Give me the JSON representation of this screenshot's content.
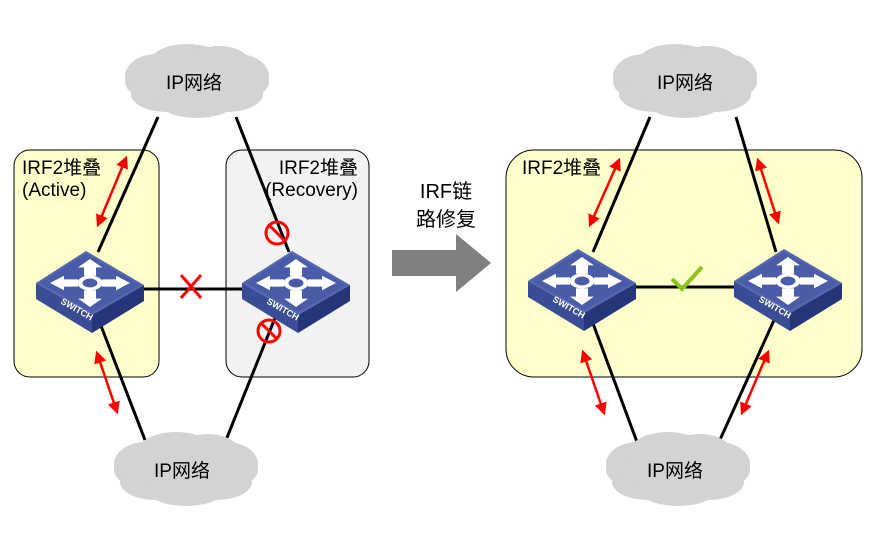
{
  "title": "IRF link recovery diagram",
  "left": {
    "stack_active": {
      "title": "IRF2堆叠",
      "subtitle": "(Active)",
      "fill": "#FFFFCC"
    },
    "stack_recovery": {
      "title": "IRF2堆叠",
      "subtitle": "(Recovery)",
      "fill": "#F2F2F2"
    },
    "cloud_top": {
      "label": "IP网络"
    },
    "cloud_bottom": {
      "label": "IP网络"
    },
    "switch_active": {
      "label": "SWITCH"
    },
    "switch_recovery": {
      "label": "SWITCH"
    },
    "irf_link_status": "broken",
    "recovery_ports_status": "blocked"
  },
  "transition": {
    "line1": "IRF链",
    "line2": "路修复"
  },
  "right": {
    "stack": {
      "title": "IRF2堆叠",
      "fill": "#FFFFCC"
    },
    "cloud_top": {
      "label": "IP网络"
    },
    "cloud_bottom": {
      "label": "IP网络"
    },
    "switch_left": {
      "label": "SWITCH"
    },
    "switch_right": {
      "label": "SWITCH"
    },
    "irf_link_status": "restored"
  },
  "colors": {
    "cloud": "#D3D3D3",
    "switch_top": "#4A5FA8",
    "switch_side": "#2E3F86",
    "traffic_arrow": "#FF0000",
    "error": "#FF0000",
    "ok": "#8DC21F",
    "transition_arrow": "#808080",
    "link": "#000000"
  }
}
